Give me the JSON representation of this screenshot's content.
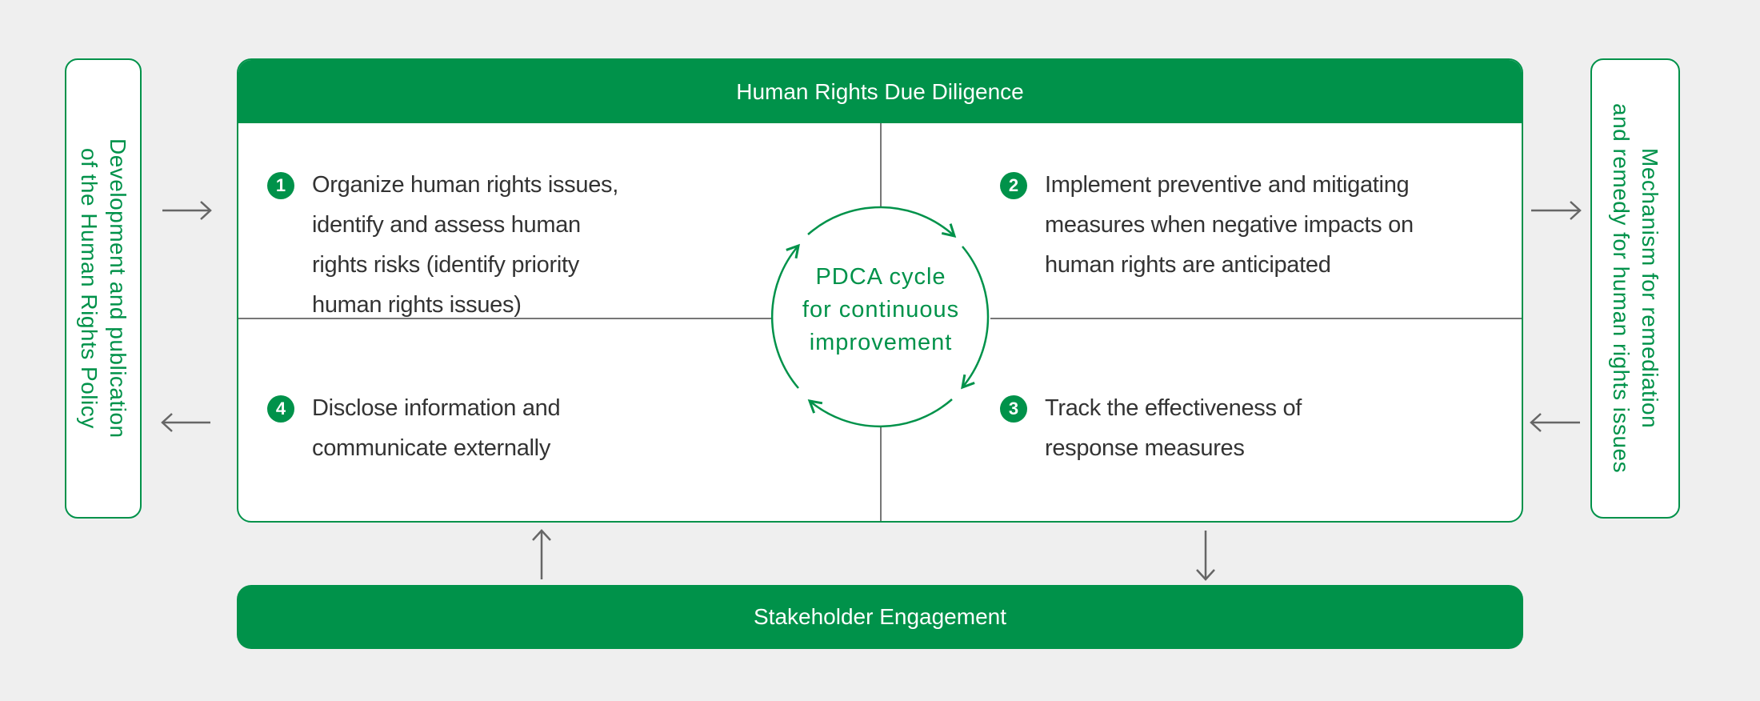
{
  "left_panel": {
    "lines": [
      "Development and publication",
      "of the Human Rights Policy"
    ]
  },
  "right_panel": {
    "lines": [
      "Mechanism for remediation",
      "and remedy for human rights issues"
    ]
  },
  "main": {
    "title": "Human Rights Due Diligence",
    "steps": [
      {
        "number": "1",
        "text": "Organize human rights issues, identify and assess human rights risks (identify priority human rights issues)"
      },
      {
        "number": "2",
        "text": "Implement preventive and mitigating measures when negative impacts on human rights are anticipated"
      },
      {
        "number": "3",
        "text": "Track the effectiveness of response measures"
      },
      {
        "number": "4",
        "text": "Disclose information and communicate externally"
      }
    ],
    "cycle": {
      "lines": [
        "PDCA cycle",
        "for continuous",
        "improvement"
      ]
    }
  },
  "footer": {
    "title": "Stakeholder Engagement"
  },
  "colors": {
    "accent": "#00924a",
    "background": "#efefef",
    "text": "#333333",
    "arrow": "#666666"
  }
}
